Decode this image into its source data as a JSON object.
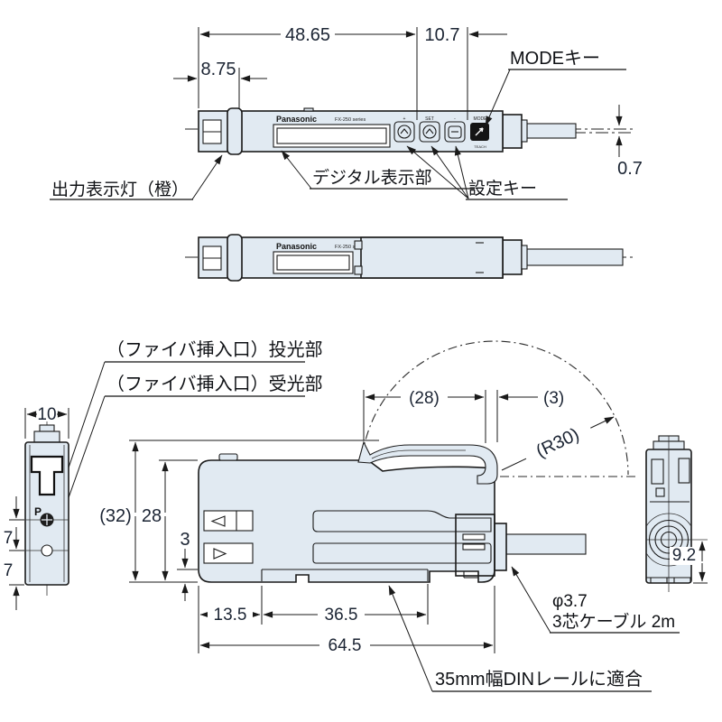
{
  "drawing": {
    "brand": "Panasonic",
    "series": "FX-250 series",
    "buttons": {
      "plus": "+",
      "set": "SET",
      "minus": "-",
      "mode": "MODE",
      "mode_sub": "TEACH"
    },
    "top_view": {
      "dim_width_display": "48.65",
      "dim_width_keys": "10.7",
      "dim_width_indicator": "8.75",
      "dim_cable_offset": "0.7",
      "label_mode_key": "MODEキー",
      "label_output_indicator": "出力表示灯（橙）",
      "label_digital_display": "デジタル表示部",
      "label_setting_keys": "設定キー"
    },
    "front_view": {
      "dim_latch_width": "(28)",
      "dim_latch_tab": "(3)",
      "dim_radius": "(R30)",
      "dim_height_total": "(32)",
      "dim_height_body": "28",
      "dim_groove_depth": "3",
      "dim_foot_left": "13.5",
      "dim_foot_span": "36.5",
      "dim_length_total": "64.5",
      "label_fiber_emitter": "（ファイバ挿入口）投光部",
      "label_fiber_receiver": "（ファイバ挿入口）受光部",
      "label_cable_dia": "φ3.7",
      "label_cable_spec": "3芯ケーブル 2m",
      "label_din_rail": "35mm幅DINレールに適合"
    },
    "left_end_view": {
      "dim_width": "10",
      "dim_pitch_upper": "7",
      "dim_pitch_lower": "7",
      "label_p": "P"
    },
    "right_end_view": {
      "dim_cable_height": "9.2"
    }
  }
}
